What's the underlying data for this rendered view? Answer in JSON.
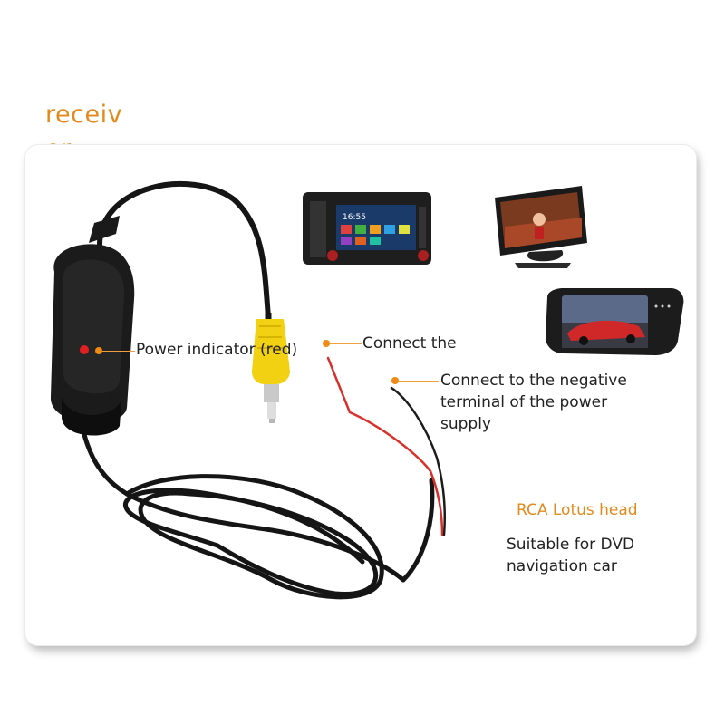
{
  "title": "receiv\ner",
  "labels": {
    "power_indicator": "Power indicator (red)",
    "connect_the": "Connect the",
    "negative_terminal": "Connect to the negative terminal of the power supply",
    "rca_head": "RCA Lotus head",
    "suitable_for": "Suitable for DVD navigation car"
  },
  "head_unit_screen": {
    "clock": "16:55"
  },
  "colors": {
    "accent": "#e28a1e",
    "cable": "#151515",
    "plug": "#f2d012",
    "wire_red": "#d8302a"
  }
}
